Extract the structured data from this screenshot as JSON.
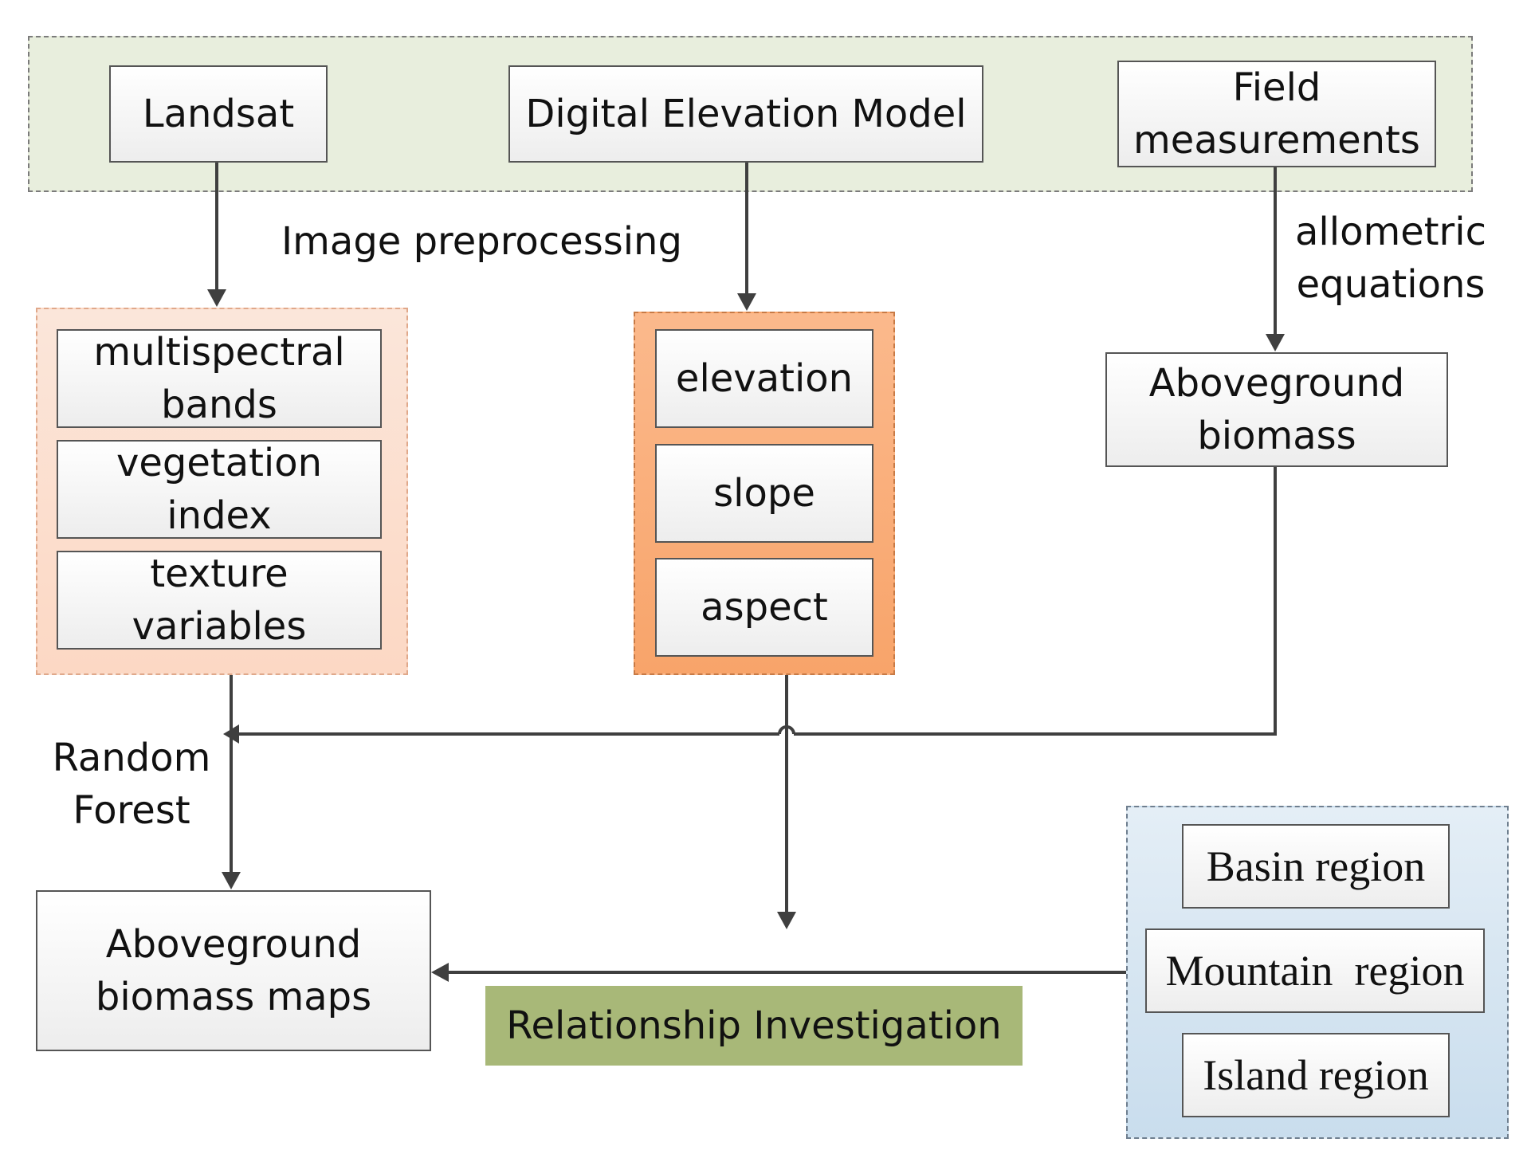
{
  "sources": {
    "landsat": "Landsat",
    "dem": "Digital Elevation Model",
    "field": [
      "Field",
      "measurements"
    ]
  },
  "landsat_vars": {
    "multispectral": [
      "multispectral",
      "bands"
    ],
    "vegetation": "vegetation index",
    "texture": "texture variables"
  },
  "dem_vars": {
    "elevation": "elevation",
    "slope": "slope",
    "aspect": "aspect"
  },
  "labels": {
    "image_preprocessing": "Image preprocessing",
    "allometric": [
      "allometric",
      "equations"
    ],
    "random_forest": [
      "Random",
      "Forest"
    ]
  },
  "aboveground_biomass": [
    "Aboveground",
    "biomass"
  ],
  "biomass_maps": [
    "Aboveground",
    "biomass maps"
  ],
  "relationship": "Relationship Investigation",
  "regions": {
    "basin": "Basin region",
    "mountain": "Mountain  region",
    "island": "Island region"
  },
  "colors": {
    "sources_bg": "#e8eedd",
    "landsat_group_bg": "#fcd8c4",
    "dem_group_bg": "#f8a46a",
    "regions_bg": "#c9dded",
    "relationship_bg": "#a8b878",
    "line": "#3f3f3f"
  }
}
